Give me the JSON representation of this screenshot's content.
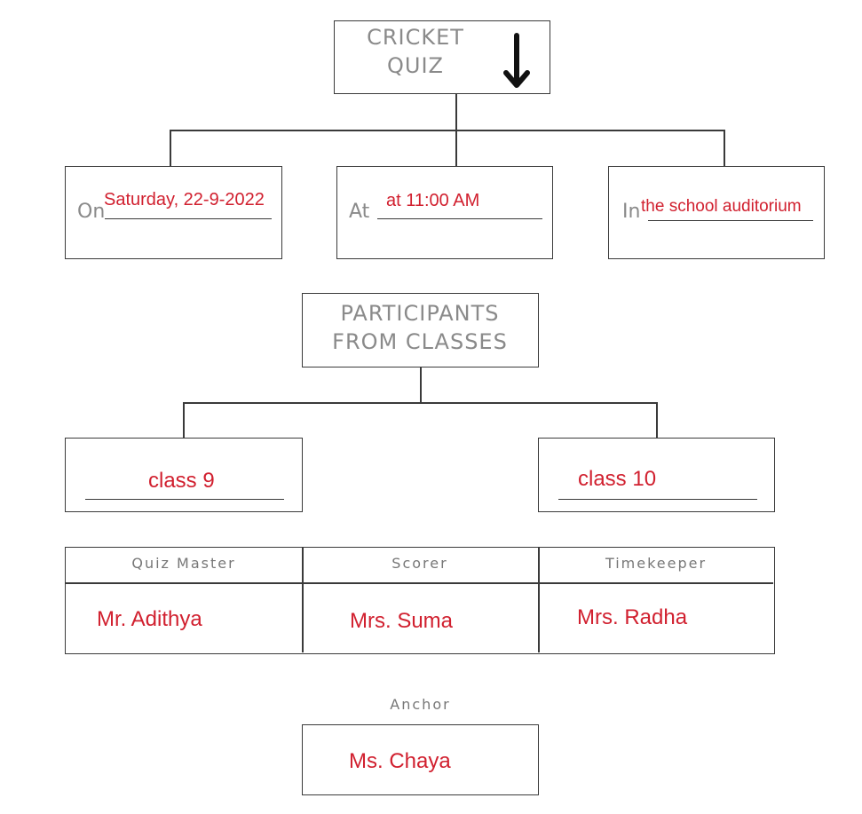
{
  "title": {
    "line1": "CRICKET",
    "line2": "QUIZ"
  },
  "details": {
    "on_prefix": "On",
    "on_value": "Saturday, 22-9-2022",
    "at_prefix": "At",
    "at_value": "at 11:00 AM",
    "in_prefix": "In",
    "in_value": "the school auditorium"
  },
  "participants": {
    "line1": "PARTICIPANTS",
    "line2": "FROM CLASSES",
    "class_a": "class 9",
    "class_b": "class 10"
  },
  "roles": [
    {
      "label": "Quiz Master",
      "name": "Mr. Adithya"
    },
    {
      "label": "Scorer",
      "name": "Mrs. Suma"
    },
    {
      "label": "Timekeeper",
      "name": "Mrs. Radha"
    }
  ],
  "anchor": {
    "label": "Anchor",
    "name": "Ms. Chaya"
  },
  "colors": {
    "ink": "#3a3a3a",
    "gray_text": "#8a8a8a",
    "red_text": "#d1202f"
  },
  "icons": {
    "arrow": "down-arrow-icon"
  }
}
